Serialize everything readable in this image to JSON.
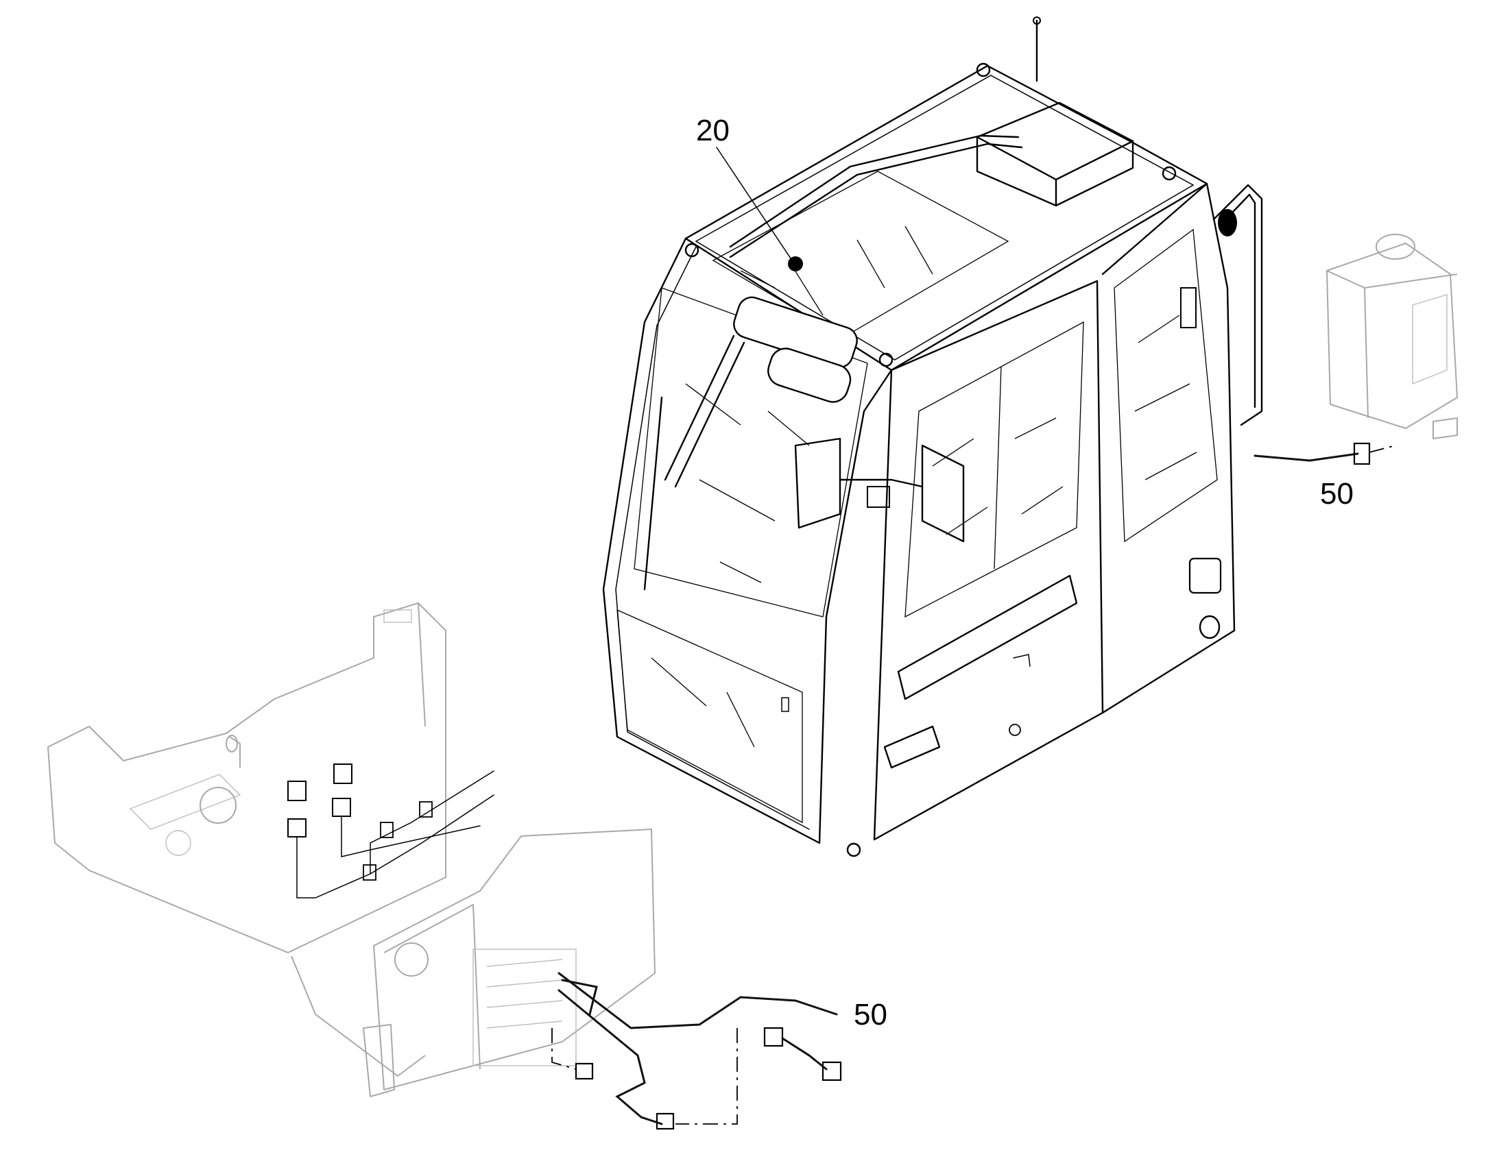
{
  "callouts": [
    {
      "id": "cab-part",
      "label": "20"
    },
    {
      "id": "harness-upper",
      "label": "50"
    },
    {
      "id": "harness-lower",
      "label": "50"
    }
  ]
}
